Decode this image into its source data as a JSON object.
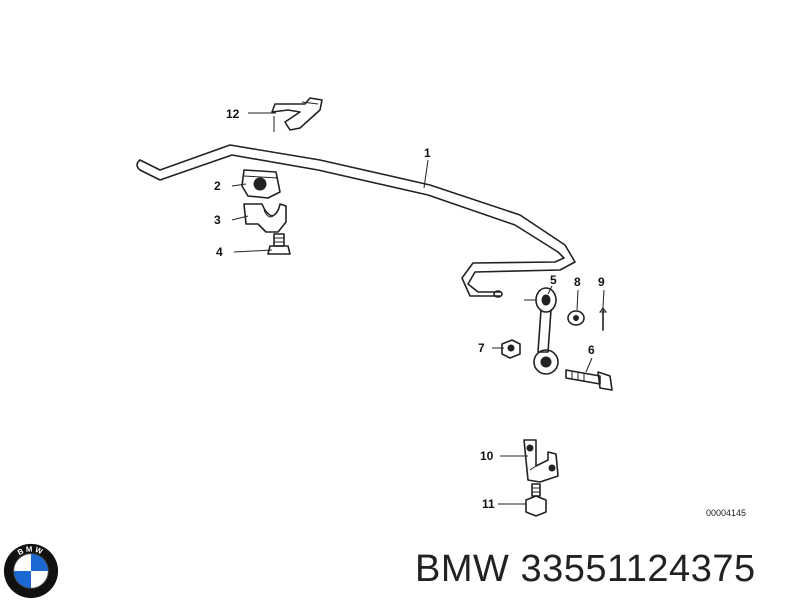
{
  "callouts": {
    "c1": "1",
    "c2": "2",
    "c3": "3",
    "c4": "4",
    "c5": "5",
    "c6": "6",
    "c7": "7",
    "c8": "8",
    "c9": "9",
    "c10": "10",
    "c11": "11",
    "c12": "12"
  },
  "diagram_ref": "00004145",
  "logo": {
    "text": "BMW",
    "icon": "bmw-roundel-icon",
    "colors": {
      "blue": "#1c69d4",
      "white": "#ffffff",
      "ring": "#111111"
    }
  },
  "caption": {
    "brand": "BMW",
    "part_number": "33551124375"
  }
}
